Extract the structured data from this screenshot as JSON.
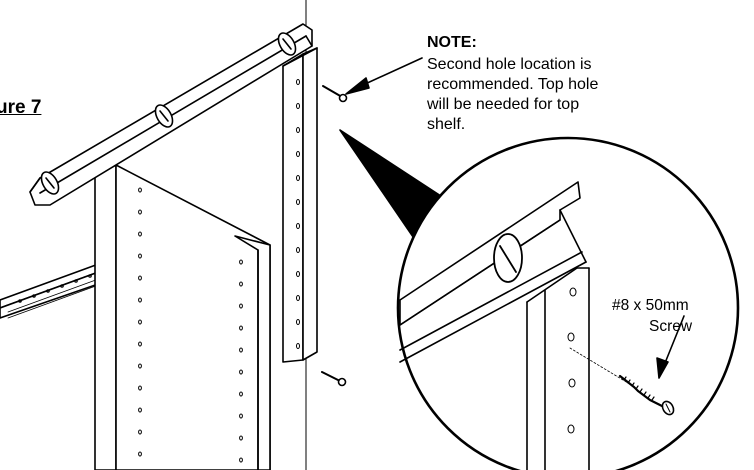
{
  "figure": {
    "label": "ure 7"
  },
  "note": {
    "heading": "NOTE:",
    "lines": [
      "Second hole location is",
      "recommended. Top hole",
      "will be needed for top",
      "shelf."
    ]
  },
  "callout": {
    "size": "#8 x 50mm",
    "part": "Screw"
  },
  "icons": [
    "level-tool-icon",
    "wall-standard-icon",
    "screw-icon",
    "magnifier-detail-icon"
  ],
  "colors": {
    "line": "#000000",
    "background": "#ffffff",
    "shadow": "#1a1a1a"
  }
}
